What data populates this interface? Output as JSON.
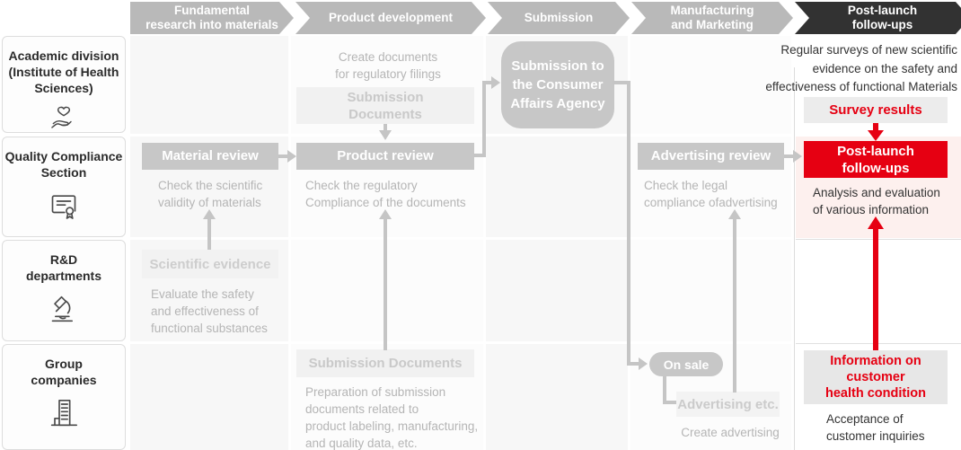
{
  "colors": {
    "accent_red": "#e60012",
    "phase_gray": "#b9b9b9",
    "phase_dark": "#323232",
    "node_gray": "#c7c7c7",
    "node_light": "#f1f1f1",
    "pink_band": "#fdf0ee"
  },
  "phases": [
    {
      "label": "Fundamental\nresearch into materials"
    },
    {
      "label": "Product development"
    },
    {
      "label": "Submission"
    },
    {
      "label": "Manufacturing\nand Marketing"
    },
    {
      "label": "Post-launch\nfollow-ups"
    }
  ],
  "sidebar": {
    "items": [
      {
        "label": "Academic division\n(Institute of Health\nSciences)",
        "icon": "hand-heart-icon"
      },
      {
        "label": "Quality Compliance\nSection",
        "icon": "certificate-icon"
      },
      {
        "label": "R&D\ndepartments",
        "icon": "microscope-icon"
      },
      {
        "label": "Group\ncompanies",
        "icon": "building-icon"
      }
    ]
  },
  "flow": {
    "create_documents": "Create documents\nfor regulatory filings",
    "submission_documents_1": "Submission\nDocuments",
    "submission_agency": "Submission to\nthe Consumer\nAffairs Agency",
    "regular_surveys": "Regular surveys of new scientific\nevidence on the safety and\neffectiveness of functional Materials",
    "survey_results": "Survey results",
    "material_review": "Material review",
    "material_review_desc": "Check the scientific\nvalidity of materials",
    "product_review": "Product review",
    "product_review_desc": "Check the regulatory\nCompliance of the documents",
    "advertising_review": "Advertising review",
    "advertising_review_desc": "Check the legal\ncompliance ofadvertising",
    "post_launch": "Post-launch\nfollow-ups",
    "post_launch_desc": "Analysis and evaluation\nof various information",
    "scientific_evidence": "Scientific evidence",
    "scientific_evidence_desc": "Evaluate the safety\nand effectiveness of\nfunctional substances",
    "submission_documents_2": "Submission Documents",
    "submission_documents_2_desc": "Preparation of submission\ndocuments related to\nproduct labeling, manufacturing,\nand quality data, etc.",
    "on_sale": "On sale",
    "advertising_etc": "Advertising etc.",
    "create_advertising": "Create advertising",
    "customer_info": "Information on\ncustomer\nhealth condition",
    "customer_info_desc": "Acceptance of\ncustomer inquiries"
  }
}
